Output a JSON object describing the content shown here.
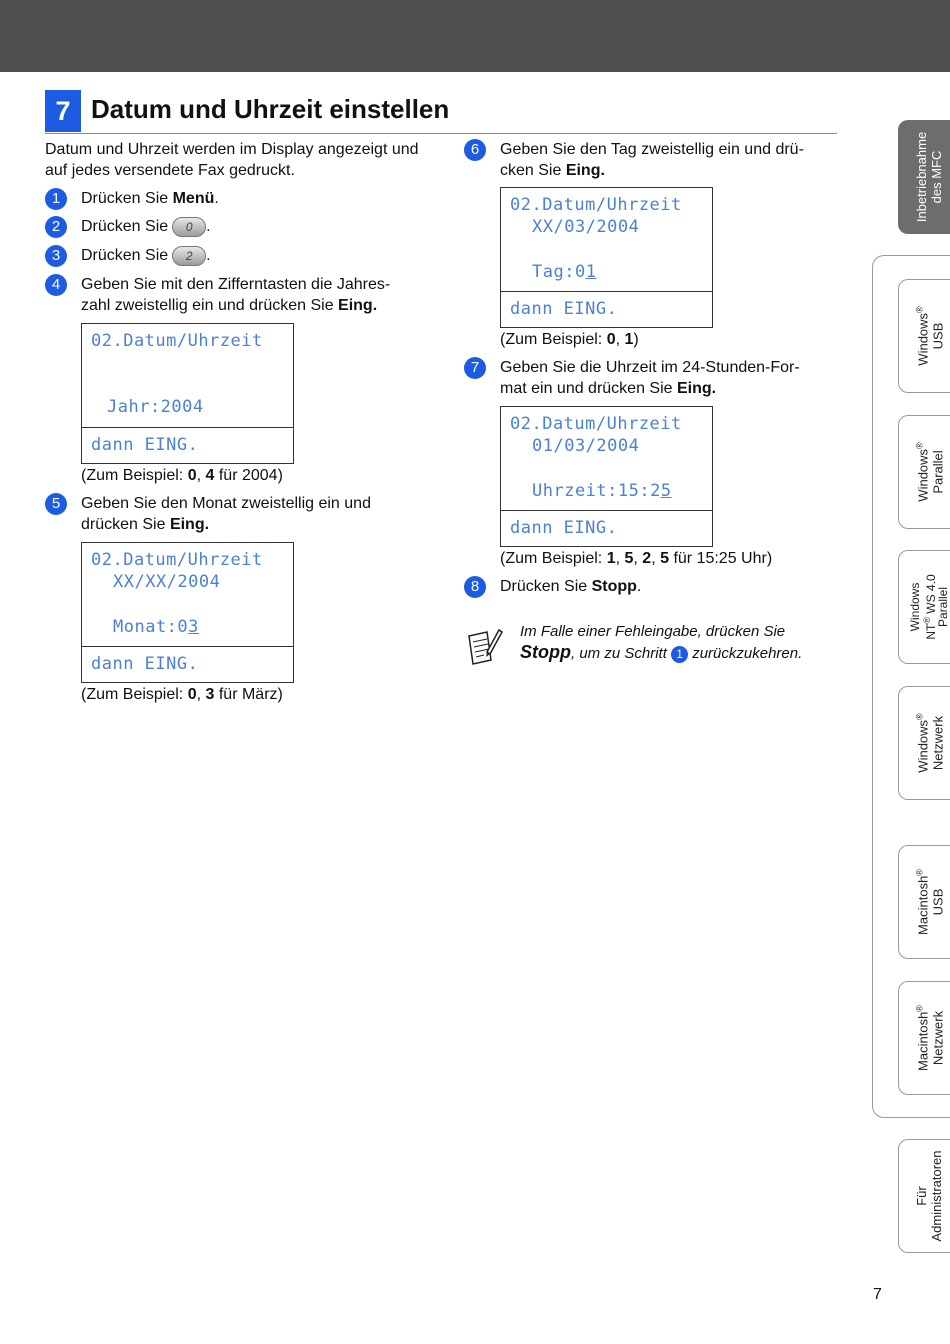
{
  "section": {
    "number": "7",
    "title": "Datum und Uhrzeit einstellen"
  },
  "intro": "Datum und Uhrzeit werden im Display angezeigt und auf jedes versendete Fax gedruckt.",
  "steps": {
    "s1": {
      "num": "1",
      "pre": "Drücken Sie ",
      "bold": "Menü",
      "post": "."
    },
    "s2": {
      "num": "2",
      "pre": "Drücken Sie",
      "key": "0",
      "post": "."
    },
    "s3": {
      "num": "3",
      "pre": "Drücken Sie",
      "key": "2",
      "post": "."
    },
    "s4": {
      "num": "4",
      "line1": "Geben Sie mit den Zifferntasten die Jahres-",
      "line2pre": "zahl zweistellig ein und drücken Sie ",
      "bold": "Eing."
    },
    "s5": {
      "num": "5",
      "line1": "Geben Sie den Monat zweistellig ein und",
      "line2pre": "drücken Sie ",
      "bold": "Eing."
    },
    "s6": {
      "num": "6",
      "line1": "Geben Sie den Tag zweistellig ein und drü-",
      "line2pre": "cken Sie ",
      "bold": "Eing."
    },
    "s7": {
      "num": "7",
      "line1": "Geben Sie die Uhrzeit im 24-Stunden-For-",
      "line2pre": "mat ein und drücken Sie ",
      "bold": "Eing."
    },
    "s8": {
      "num": "8",
      "pre": "Drücken Sie ",
      "bold": "Stopp",
      "post": "."
    }
  },
  "lcd": {
    "year": {
      "l1": "02.Datum/Uhrzeit",
      "l3": "Jahr:2004",
      "l4": "dann EING."
    },
    "month": {
      "l1": "02.Datum/Uhrzeit",
      "l2": "XX/XX/2004",
      "l3a": "Monat:0",
      "l3b": "3",
      "l4": "dann EING."
    },
    "day": {
      "l1": "02.Datum/Uhrzeit",
      "l2": "XX/03/2004",
      "l3a": "Tag:0",
      "l3b": "1",
      "l4": "dann EING."
    },
    "time": {
      "l1": "02.Datum/Uhrzeit",
      "l2": "01/03/2004",
      "l3a": "Uhrzeit:15:2",
      "l3b": "5",
      "l4": "dann EING."
    }
  },
  "examples": {
    "year": {
      "pre": "(Zum Beispiel: ",
      "b1": "0",
      "b2": "4",
      "post": " für 2004)"
    },
    "month": {
      "pre": "(Zum Beispiel: ",
      "b1": "0",
      "b2": "3",
      "post": " für März)"
    },
    "day": {
      "pre": "(Zum Beispiel: ",
      "b1": "0",
      "b2": "1",
      "post": ")"
    },
    "time": {
      "pre": "(Zum Beispiel: ",
      "b1": "1",
      "b2": "5",
      "b3": "2",
      "b4": "5",
      "post": " für 15:25 Uhr)"
    }
  },
  "note": {
    "line1": "Im Falle einer Fehleingabe, drücken Sie",
    "big": "Stopp",
    "mid": ", um zu Schritt ",
    "circle": "1",
    "end": " zurückzukehren."
  },
  "tabs": {
    "t1": {
      "a": "Inbetriebnahme",
      "b": "des MFC"
    },
    "t2": {
      "a": "Windows",
      "b": "USB"
    },
    "t3": {
      "a": "Windows",
      "b": "Parallel"
    },
    "t4": {
      "a": "Windows",
      "b": "NT",
      "c": " WS 4.0",
      "d": "Parallel"
    },
    "t5": {
      "a": "Windows",
      "b": "Netzwerk"
    },
    "t6": {
      "a": "Macintosh",
      "b": "USB"
    },
    "t7": {
      "a": "Macintosh",
      "b": "Netzwerk"
    },
    "t8": {
      "a": "Für",
      "b": "Administratoren"
    }
  },
  "page_number": "7"
}
